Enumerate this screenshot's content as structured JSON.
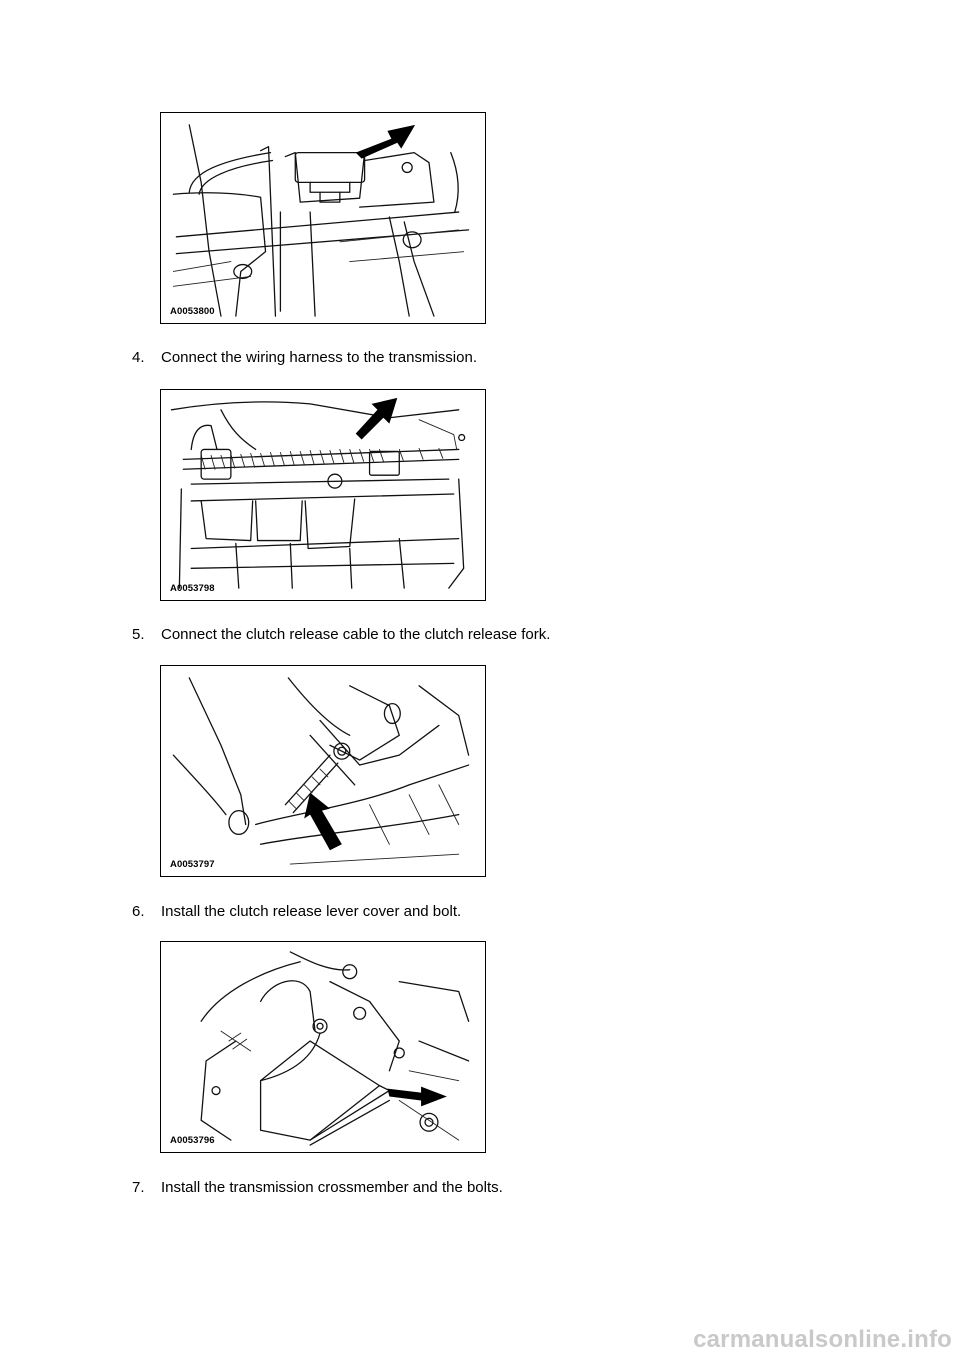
{
  "figures": [
    {
      "id": "A0053800"
    },
    {
      "id": "A0053798"
    },
    {
      "id": "A0053797"
    },
    {
      "id": "A0053796"
    }
  ],
  "steps": [
    {
      "num": "4.",
      "text": "Connect the wiring harness to the transmission."
    },
    {
      "num": "5.",
      "text": "Connect the clutch release cable to the clutch release fork."
    },
    {
      "num": "6.",
      "text": "Install the clutch release lever cover and bolt."
    },
    {
      "num": "7.",
      "text": "Install the transmission crossmember and the bolts."
    }
  ],
  "watermark": "carmanualsonline.info"
}
